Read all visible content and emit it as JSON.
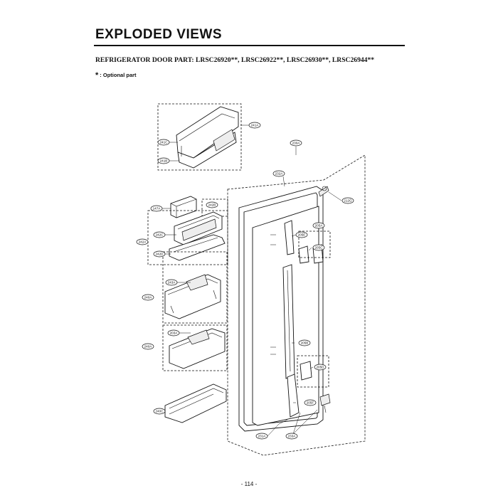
{
  "header": {
    "title": "EXPLODED VIEWS",
    "subtitle": "REFRIGERATOR DOOR PART: LRSC26920**, LRSC26922**, LRSC26930**, LRSC26944**",
    "note_symbol": "*",
    "note_text": ": Optional part"
  },
  "page_number": "- 114 -",
  "callouts": {
    "241A": "241A",
    "241C": "241C",
    "241B": "241B",
    "230A": "230A",
    "232A": "232A",
    "212G": "212G",
    "147A": "147A",
    "242B": "242B",
    "242C": "242C",
    "242A": "242A",
    "242D": "242D",
    "205E": "205E",
    "205A": "205A",
    "205C": "205C",
    "243A": "243A",
    "240A": "240A",
    "205B": "205B",
    "203A": "203A",
    "205D": "205D",
    "240C": "240C",
    "205F": "205F",
    "231A": "231A",
    "233A": "233A"
  }
}
